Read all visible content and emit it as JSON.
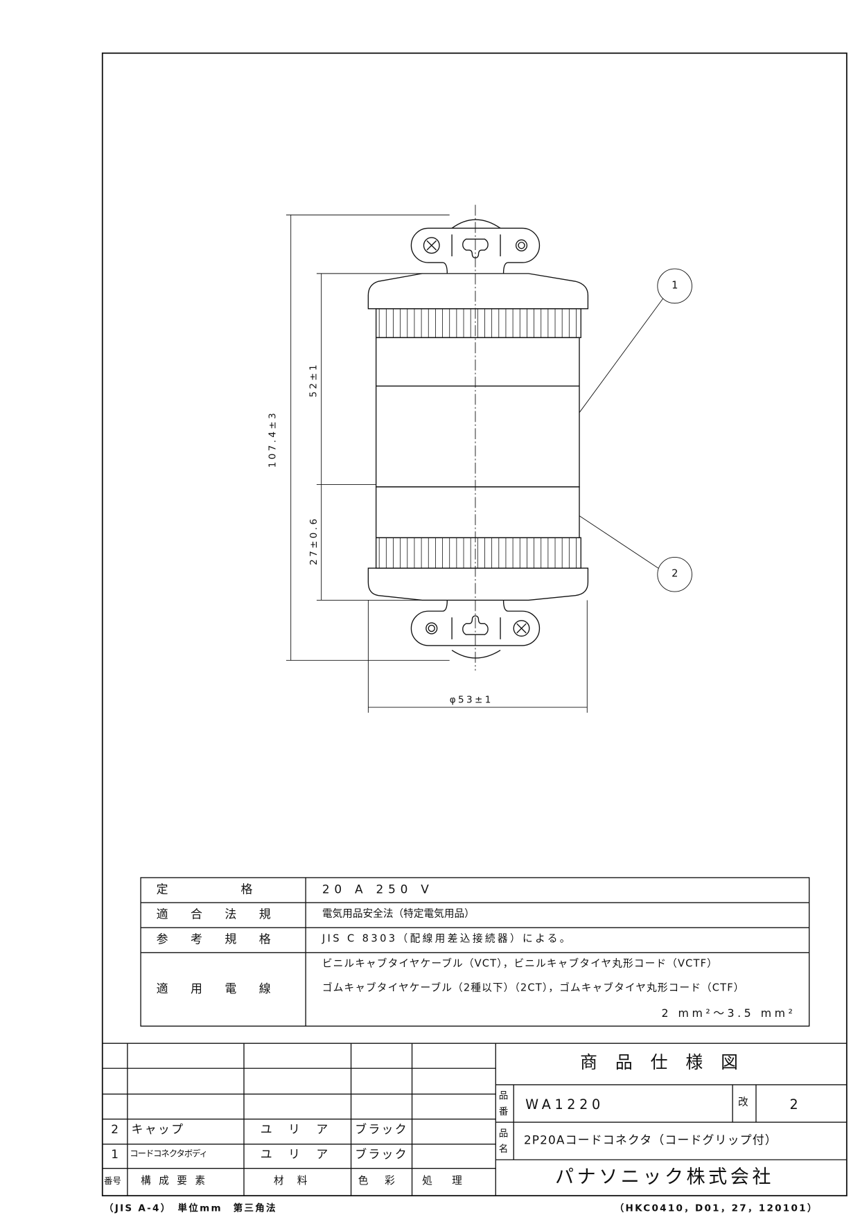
{
  "drawing": {
    "dimensions": {
      "overall_height": "107.4±3",
      "upper_length": "52±1",
      "lower_length": "27±0.6",
      "diameter": "φ53±1"
    },
    "balloons": [
      "1",
      "2"
    ]
  },
  "spec_table": [
    {
      "label": "定　　　格",
      "value": "20 A  250 V"
    },
    {
      "label": "適 合 法 規",
      "value": "電気用品安全法（特定電気用品）"
    },
    {
      "label": "参 考 規 格",
      "value": "JIS C 8303（配線用差込接続器）による。"
    },
    {
      "label": "適 用 電 線",
      "lines": [
        "ビニルキャブタイヤケーブル（VCT），ビニルキャブタイヤ丸形コード（VCTF）",
        "ゴムキャブタイヤケーブル（2種以下）（2CT），ゴムキャブタイヤ丸形コード（CTF）",
        "2 mm²～3.5 mm²"
      ]
    }
  ],
  "parts": {
    "rows": [
      {
        "no": "2",
        "name": "キャップ",
        "material": "ユ リ ア",
        "color": "ブラック",
        "finish": ""
      },
      {
        "no": "1",
        "name": "コードコネクタボディ",
        "material": "ユ リ ア",
        "color": "ブラック",
        "finish": ""
      }
    ],
    "headers": {
      "no": "番号",
      "name": "構 成 要 素",
      "material": "材　料",
      "color": "色　彩",
      "finish": "処　理"
    }
  },
  "title_block": {
    "title": "商 品 仕 様 図",
    "part_no_label": "品番",
    "part_no": "WA1220",
    "rev_label": "改",
    "rev": "2",
    "name_label": "品名",
    "name": "2P20Aコードコネクタ（コードグリップ付）",
    "company": "パナソニック株式会社"
  },
  "footer": {
    "left": "（JIS A-4）　単位mm　第三角法",
    "right": "（HKC0410，D01，27，120101）"
  }
}
